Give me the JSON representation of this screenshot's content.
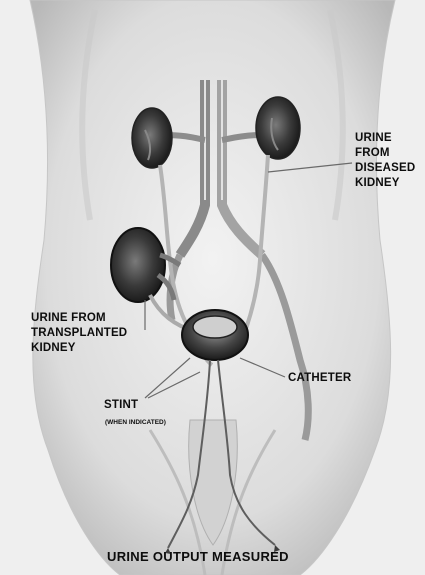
{
  "labels": {
    "urine_from_diseased_kidney": [
      "URINE",
      "FROM",
      "DISEASED",
      "KIDNEY"
    ],
    "urine_from_transplanted_kidney": [
      "URINE FROM",
      "TRANSPLANTED",
      "KIDNEY"
    ],
    "catheter": "CATHETER",
    "stint": "STINT",
    "stint_note": "(WHEN INDICATED)",
    "caption": "URINE OUTPUT MEASURED"
  },
  "colors": {
    "background": "#efefef",
    "body": "#dcdcdc",
    "organ": "#3a3a3a",
    "vessel": "#9a9a9a",
    "text": "#0d0d0d"
  }
}
